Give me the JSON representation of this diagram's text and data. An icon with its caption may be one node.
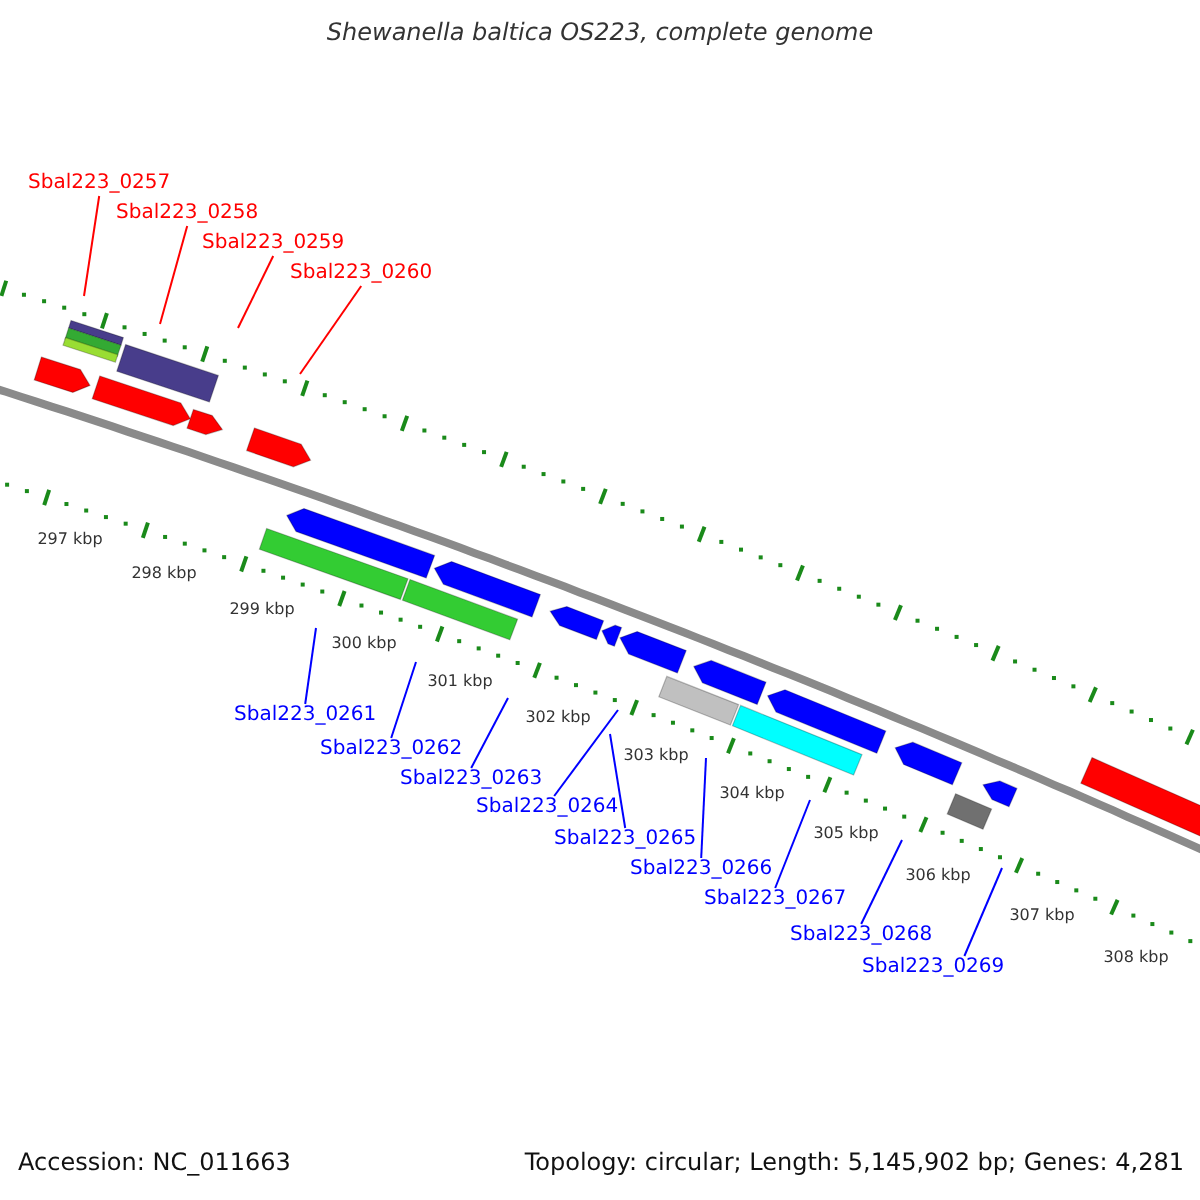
{
  "diagram": {
    "title": "Shewanella baltica OS223, complete genome",
    "nodes": [
      {
        "text": [
          "Sbal223_0257"
        ]
      },
      {
        "text": [
          "Sbal223_0258"
        ]
      },
      {
        "text": [
          "Sbal223_0259"
        ]
      },
      {
        "text": [
          "Sbal223_0260"
        ]
      },
      {
        "text": [
          "Sbal223_0261"
        ]
      },
      {
        "text": [
          "Sbal223_0262"
        ]
      },
      {
        "text": [
          "Sbal223_0263"
        ]
      },
      {
        "text": [
          "Sbal223_0264"
        ]
      },
      {
        "text": [
          "Sbal223_0265"
        ]
      },
      {
        "text": [
          "Sbal223_0266"
        ]
      },
      {
        "text": [
          "Sbal223_0267"
        ]
      },
      {
        "text": [
          "Sbal223_0268"
        ]
      },
      {
        "text": [
          "Sbal223_0269"
        ]
      }
    ],
    "edges": [
      {
        "from": 0,
        "to": null,
        "arrow": "none",
        "color": "#ff0000"
      },
      {
        "from": 1,
        "to": null,
        "arrow": "none",
        "color": "#ff0000"
      },
      {
        "from": 2,
        "to": null,
        "arrow": "none",
        "color": "#ff0000"
      },
      {
        "from": 3,
        "to": null,
        "arrow": "none",
        "color": "#ff0000"
      },
      {
        "from": 4,
        "to": null,
        "arrow": "none"
      },
      {
        "from": 5,
        "to": null,
        "arrow": "none"
      },
      {
        "from": 6,
        "to": null,
        "arrow": "none"
      },
      {
        "from": 7,
        "to": null,
        "arrow": "none"
      },
      {
        "from": 8,
        "to": null,
        "arrow": "none"
      },
      {
        "from": 9,
        "to": null,
        "arrow": "none"
      },
      {
        "from": 10,
        "to": null,
        "arrow": "none"
      },
      {
        "from": 11,
        "to": null,
        "arrow": "none"
      },
      {
        "from": 12,
        "to": null,
        "arrow": "none"
      }
    ],
    "labels": [
      "297 kbp",
      "298 kbp",
      "299 kbp",
      "300 kbp",
      "301 kbp",
      "302 kbp",
      "303 kbp",
      "304 kbp",
      "305 kbp",
      "306 kbp",
      "307 kbp",
      "308 kbp",
      "Accession: NC_011663",
      "Topology: circular; Length: 5,145,902 bp; Genes: 4,281"
    ]
  }
}
